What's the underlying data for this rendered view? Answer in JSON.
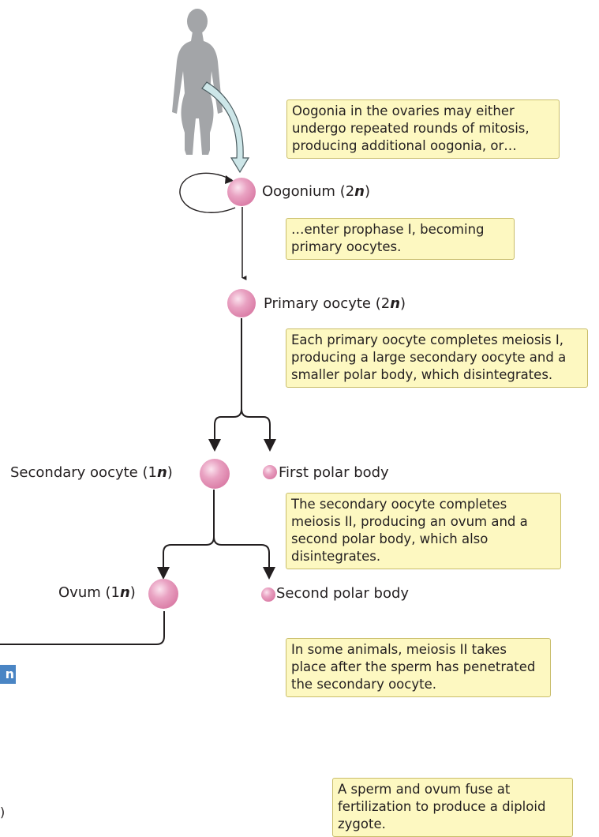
{
  "notes": {
    "n1": "Oogonia in the ovaries may either undergo repeated rounds of mitosis, producing additional oogonia, or…",
    "n2": "…enter prophase I, becoming primary oocytes.",
    "n3": "Each primary oocyte completes meiosis I, producing a large secondary oocyte and a smaller polar body, which disintegrates.",
    "n4": "The secondary oocyte completes meiosis II, producing an ovum and a second polar body, which also disintegrates.",
    "n5": "In some animals, meiosis II takes place after the sperm has penetrated the secondary oocyte.",
    "n6": "A sperm and ovum fuse at fertilization to produce a diploid zygote."
  },
  "labels": {
    "oogonium": "Oogonium (2",
    "oogonium_n": "n",
    "oogonium_close": ")",
    "primary": "Primary oocyte (2",
    "primary_n": "n",
    "primary_close": ")",
    "secondary": "Secondary oocyte (1",
    "secondary_n": "n",
    "secondary_close": ")",
    "first_polar": "First polar body",
    "ovum": "Ovum (1",
    "ovum_n": "n",
    "ovum_close": ")",
    "second_polar": "Second polar body",
    "tab_fragment": "n",
    "bottom_fragment": ")"
  },
  "colors": {
    "cell": "#e58fb4",
    "cell_highlight": "#f7d3e2",
    "note_bg": "#fdf8c1",
    "silhouette": "#a3a5a8",
    "curved_arrow": "#cde6e8",
    "tab": "#4a85c4"
  }
}
